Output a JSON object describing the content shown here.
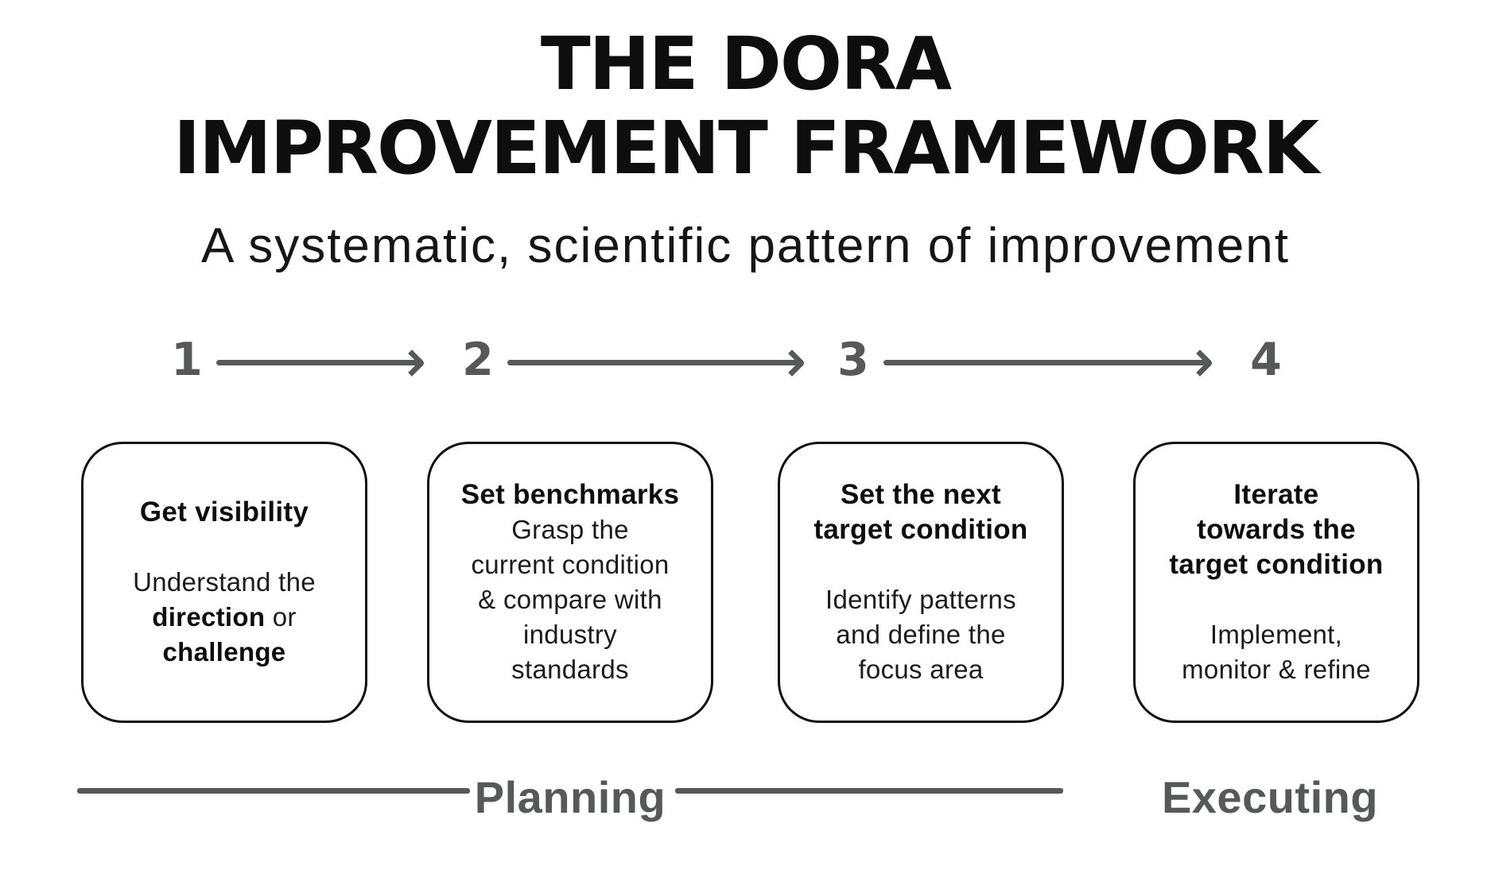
{
  "colors": {
    "ink": "#0e0e0e",
    "gray": "#57585a"
  },
  "header": {
    "title_line1": "THE DORA",
    "title_line2": "IMPROVEMENT FRAMEWORK",
    "subtitle": "A systematic, scientific pattern of improvement"
  },
  "steps": [
    "1",
    "2",
    "3",
    "4"
  ],
  "boxes": [
    {
      "title_lines": [
        "Get visibility"
      ],
      "body_lines": [
        [
          {
            "t": "Understand the"
          }
        ],
        [
          {
            "t": "direction",
            "b": true
          },
          {
            "t": " or"
          }
        ],
        [
          {
            "t": "challenge",
            "b": true
          }
        ]
      ]
    },
    {
      "title_lines": [
        "Set benchmarks"
      ],
      "body_lines": [
        "Grasp the",
        "current condition",
        "& compare with",
        "industry",
        "standards"
      ]
    },
    {
      "title_lines": [
        "Set the next",
        "target condition"
      ],
      "body_lines": [
        "Identify patterns",
        "and define the",
        "focus area"
      ]
    },
    {
      "title_lines": [
        "Iterate",
        "towards the",
        "target condition"
      ],
      "body_lines": [
        "Implement,",
        "monitor & refine"
      ]
    }
  ],
  "phases": {
    "planning": "Planning",
    "executing": "Executing"
  }
}
